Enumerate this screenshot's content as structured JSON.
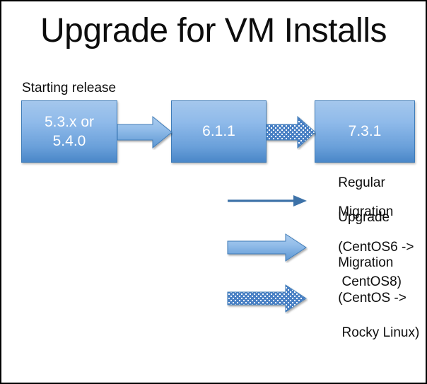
{
  "slide": {
    "title": "Upgrade for VM Installs",
    "caption": "Starting release",
    "border_color": "#000000",
    "background": "#ffffff"
  },
  "flow": {
    "boxes": [
      {
        "id": "box-start",
        "label": "5.3.x or\n5.4.0",
        "line1": "5.3.x or",
        "line2": "5.4.0"
      },
      {
        "id": "box-middle",
        "label": "6.1.1",
        "line1": "6.1.1",
        "line2": ""
      },
      {
        "id": "box-end",
        "label": "7.3.1",
        "line1": "7.3.1",
        "line2": ""
      }
    ],
    "arrows": [
      {
        "id": "arrow-start-to-middle",
        "style": "solid",
        "kind": "block-arrow"
      },
      {
        "id": "arrow-middle-to-end",
        "style": "dotted",
        "kind": "block-arrow"
      }
    ]
  },
  "legend": {
    "items": [
      {
        "glyph": "thin-line-arrow",
        "style": "line",
        "label": "Regular\nUpgrade",
        "line1": "Regular",
        "line2": "Upgrade",
        "line3": ""
      },
      {
        "glyph": "solid-block-arrow",
        "style": "solid",
        "label": "Migration\n(CentOS6 ->\n CentOS8)",
        "line1": "Migration",
        "line2": "(CentOS6 ->",
        "line3": " CentOS8)"
      },
      {
        "glyph": "dotted-block-arrow",
        "style": "dotted",
        "label": "Migration\n(CentOS ->\n Rocky Linux)",
        "line1": "Migration",
        "line2": "(CentOS ->",
        "line3": " Rocky Linux)"
      }
    ]
  },
  "colors": {
    "box_gradient_top": "#A4C7EC",
    "box_gradient_bottom": "#4A87C8",
    "box_border": "#3F7CB8",
    "box_text": "#FFFFFF",
    "arrow_fill_top": "#A8CAEE",
    "arrow_fill_bottom": "#5B96D2",
    "arrow_border": "#3F7CB8",
    "thin_arrow": "#3D72A8",
    "dot_pattern": "#FFFFFF",
    "text": "#0D0D0D"
  }
}
